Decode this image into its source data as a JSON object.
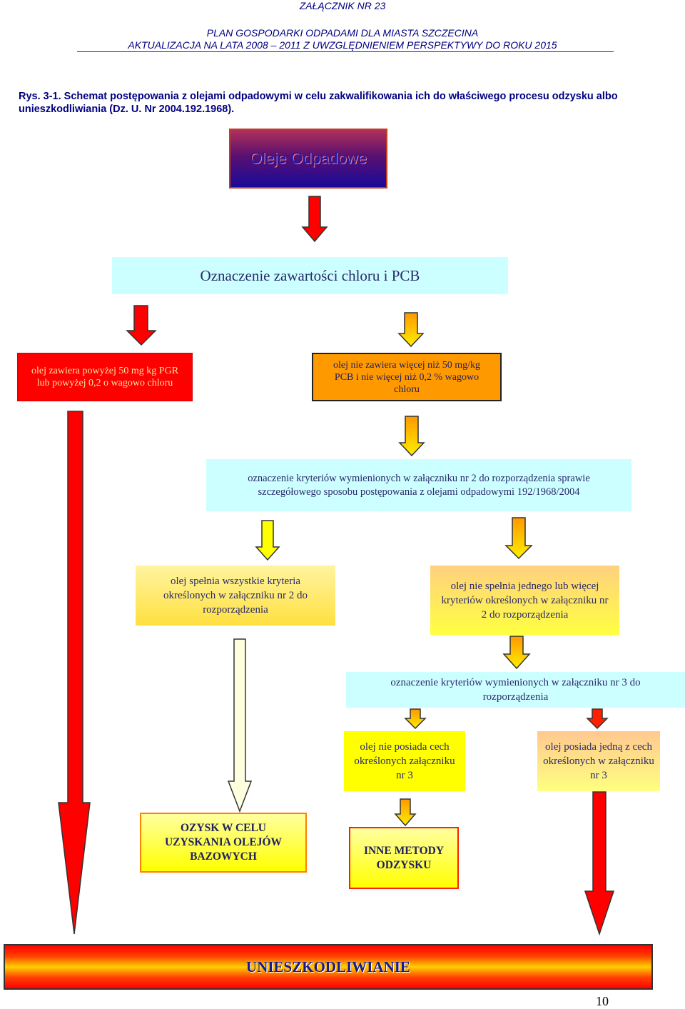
{
  "header": {
    "line1": "ZAŁĄCZNIK NR 23",
    "line2": "PLAN GOSPODARKI ODPADAMI DLA MIASTA SZCZECINA",
    "line3": "AKTUALIZACJA NA LATA 2008 – 2011 Z UWZGLĘDNIENIEM PERSPEKTYWY DO ROKU 2015"
  },
  "caption": "Rys. 3-1. Schemat postępowania z olejami odpadowymi w celu zakwalifikowania ich do właściwego procesu odzysku albo unieszkodliwiania (Dz. U. Nr 2004.192.1968).",
  "nodes": {
    "oleje": "Oleje Odpadowe",
    "oznaczenie": "Oznaczenie zawartości chloru i PCB",
    "powyzej": "olej zawiera powyżej 50 mg kg PGR lub powyżej 0,2 o wagowo chloru",
    "nie_wiecej": "olej nie zawiera więcej niż 50 mg/kg PCB i nie więcej niż 0,2 % wagowo chloru",
    "kryteria_zal2": "oznaczenie kryteriów wymienionych w załączniku nr 2 do rozporządzenia sprawie szczegółowego sposobu postępowania z olejami odpadowymi 192/1968/2004",
    "spelnia": "olej spełnia wszystkie kryteria określonych w załączniku nr 2 do rozporządzenia",
    "nie_spelnia": "olej nie spełnia jednego lub więcej kryteriów określonych w załączniku nr 2 do rozporządzenia",
    "kryteria_zal3": "oznaczenie kryteriów wymienionych  w załączniku nr 3 do rozporządzenia",
    "nie_posiada": "olej nie posiada cech określonych załączniku nr 3",
    "posiada": "olej posiada jedną z cech określonych w załączniku nr 3",
    "ozysk": "OZYSK W CELU UZYSKANIA OLEJÓW BAZOWYCH",
    "inne": "INNE METODY ODZYSKU",
    "unieszkodliwianie": "UNIESZKODLIWIANIE"
  },
  "colors": {
    "red": "#ff0000",
    "orange": "#ff9900",
    "yellow": "#ffff00",
    "cyan": "#ccffff",
    "outline": "#333333"
  },
  "page_number": "10"
}
